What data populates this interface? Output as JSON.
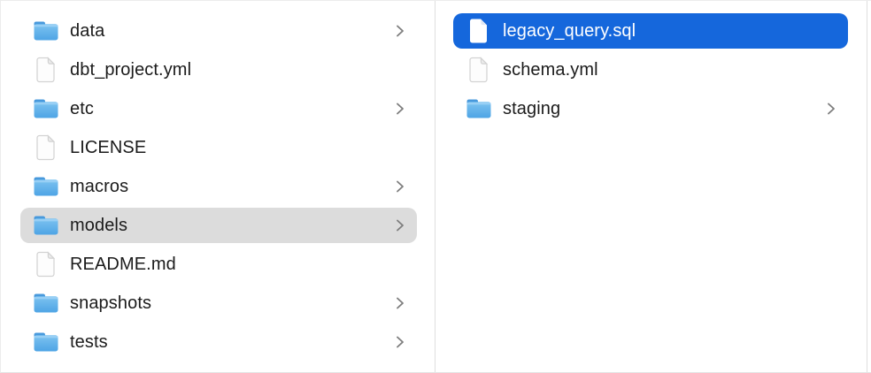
{
  "finder": {
    "view": "column-browser",
    "colors": {
      "selection_active": "#1567dc",
      "selection_inactive": "#dcdcdc",
      "divider": "#dedede",
      "text": "#1b1b1b",
      "text_selected": "#ffffff",
      "chevron": "#7d7d7d",
      "folder_blue_top": "#7dc3f0",
      "folder_blue_bottom": "#4ea4e5",
      "folder_tab": "#4899dc"
    },
    "columns": [
      {
        "name": "left-column",
        "items": [
          {
            "label": "data",
            "type": "folder",
            "chevron": true,
            "selected": false,
            "selection_style": "none"
          },
          {
            "label": "dbt_project.yml",
            "type": "file",
            "chevron": false,
            "selected": false,
            "selection_style": "none"
          },
          {
            "label": "etc",
            "type": "folder",
            "chevron": true,
            "selected": false,
            "selection_style": "none"
          },
          {
            "label": "LICENSE",
            "type": "file",
            "chevron": false,
            "selected": false,
            "selection_style": "none"
          },
          {
            "label": "macros",
            "type": "folder",
            "chevron": true,
            "selected": false,
            "selection_style": "none"
          },
          {
            "label": "models",
            "type": "folder",
            "chevron": true,
            "selected": true,
            "selection_style": "inactive"
          },
          {
            "label": "README.md",
            "type": "file",
            "chevron": false,
            "selected": false,
            "selection_style": "none"
          },
          {
            "label": "snapshots",
            "type": "folder",
            "chevron": true,
            "selected": false,
            "selection_style": "none"
          },
          {
            "label": "tests",
            "type": "folder",
            "chevron": true,
            "selected": false,
            "selection_style": "none"
          }
        ]
      },
      {
        "name": "right-column",
        "items": [
          {
            "label": "legacy_query.sql",
            "type": "file",
            "chevron": false,
            "selected": true,
            "selection_style": "active"
          },
          {
            "label": "schema.yml",
            "type": "file",
            "chevron": false,
            "selected": false,
            "selection_style": "none"
          },
          {
            "label": "staging",
            "type": "folder",
            "chevron": true,
            "selected": false,
            "selection_style": "none"
          }
        ]
      }
    ]
  }
}
